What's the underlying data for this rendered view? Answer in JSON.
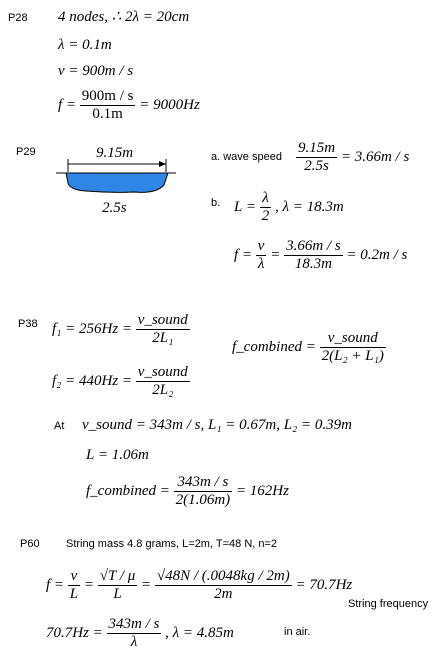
{
  "p28": {
    "label": "P28",
    "line1": "4 nodes, ∴ 2λ = 20cm",
    "line2": "λ = 0.1m",
    "line3": "v = 900m / s",
    "f_lhs": "f =",
    "f_num": "900m / s",
    "f_den": "0.1m",
    "f_rhs": "= 9000Hz"
  },
  "p29": {
    "label": "P29",
    "dim_top": "9.15m",
    "dim_bottom": "2.5s",
    "a_label": "a. wave speed",
    "a_num": "9.15m",
    "a_den": "2.5s",
    "a_rhs": "= 3.66m / s",
    "b_label": "b.",
    "b_lhs": "L =",
    "b_num": "λ",
    "b_den": "2",
    "b_rhs": ",   λ = 18.3m",
    "c_lhs": "f =",
    "c_num1": "v",
    "c_den1": "λ",
    "c_eq": "=",
    "c_num2": "3.66m / s",
    "c_den2": "18.3m",
    "c_rhs": "= 0.2m / s"
  },
  "p38": {
    "label": "P38",
    "f1_lhs": "f₁ = 256Hz =",
    "f1_num": "v_sound",
    "f1_den": "2L₁",
    "f2_lhs": "f₂ = 440Hz =",
    "f2_num": "v_sound",
    "f2_den": "2L₂",
    "fc_lhs": "f_combined =",
    "fc_num": "v_sound",
    "fc_den": "2(L₂ + L₁)",
    "at_label": "At",
    "at_values": "v_sound = 343m / s,  L₁ = 0.67m,  L₂ = 0.39m",
    "L_line": "L = 1.06m",
    "calc_lhs": "f_combined =",
    "calc_num": "343m / s",
    "calc_den": "2(1.06m)",
    "calc_rhs": "= 162Hz"
  },
  "p60": {
    "label": "P60",
    "desc": "String mass 4.8 grams, L=2m, T=48 N, n=2",
    "f_lhs": "f =",
    "n1": "v",
    "d1": "L",
    "eq1": "=",
    "n2": "√T / μ",
    "d2": "L",
    "eq2": "=",
    "n3": "√48N / (.0048kg / 2m)",
    "d3": "2m",
    "rhs": "= 70.7Hz",
    "note": "String frequency",
    "last_lhs": "70.7Hz =",
    "last_num": "343m / s",
    "last_den": "λ",
    "last_rhs": ",   λ = 4.85m",
    "air": "in air."
  }
}
